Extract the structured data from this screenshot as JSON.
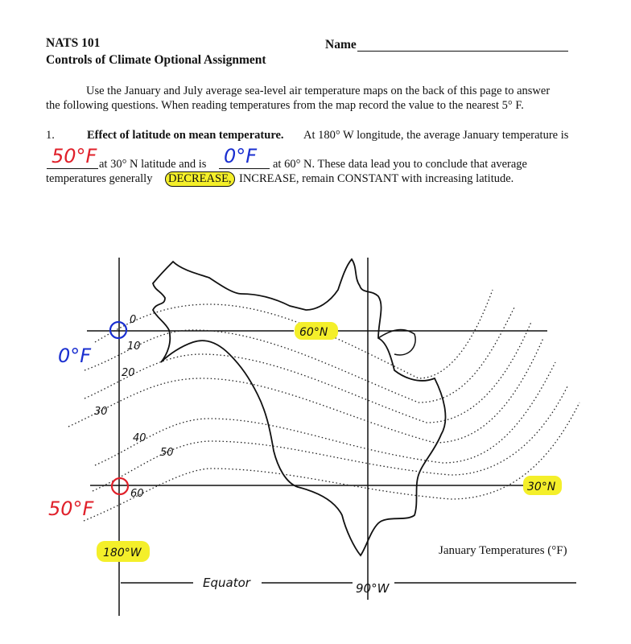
{
  "header": {
    "course": "NATS 101",
    "title": "Controls of Climate Optional Assignment",
    "name_label": "Name"
  },
  "instructions": {
    "line1": "Use the January and July average sea-level air temperature maps on the back of this page to answer",
    "line2": "the following questions.  When reading temperatures from the map record the value to the nearest 5° F."
  },
  "question1": {
    "number": "1.",
    "heading": "Effect of latitude on mean temperature.",
    "text1": "At 180° W longitude, the average January temperature is",
    "answer_30n": "50°F",
    "text2": "at 30° N latitude and is",
    "answer_60n": "0°F",
    "text3": "at 60° N.  These data lead you to conclude that average",
    "text4": "temperatures generally",
    "choice_selected": "DECREASE,",
    "text5": "INCREASE, remain CONSTANT with increasing latitude."
  },
  "map": {
    "title": "January Temperatures (°F)",
    "lat_60": "60°N",
    "lat_30": "30°N",
    "lon_180": "180°W",
    "lon_90": "90°W",
    "equator": "Equator",
    "annotation_60n": "0°F",
    "annotation_30n": "50°F",
    "isotherm_labels": [
      "0",
      "10",
      "20",
      "30",
      "40",
      "50",
      "60"
    ],
    "colors": {
      "red": "#e0202a",
      "blue": "#1a2fd0",
      "highlight": "#f4ef2a"
    }
  }
}
